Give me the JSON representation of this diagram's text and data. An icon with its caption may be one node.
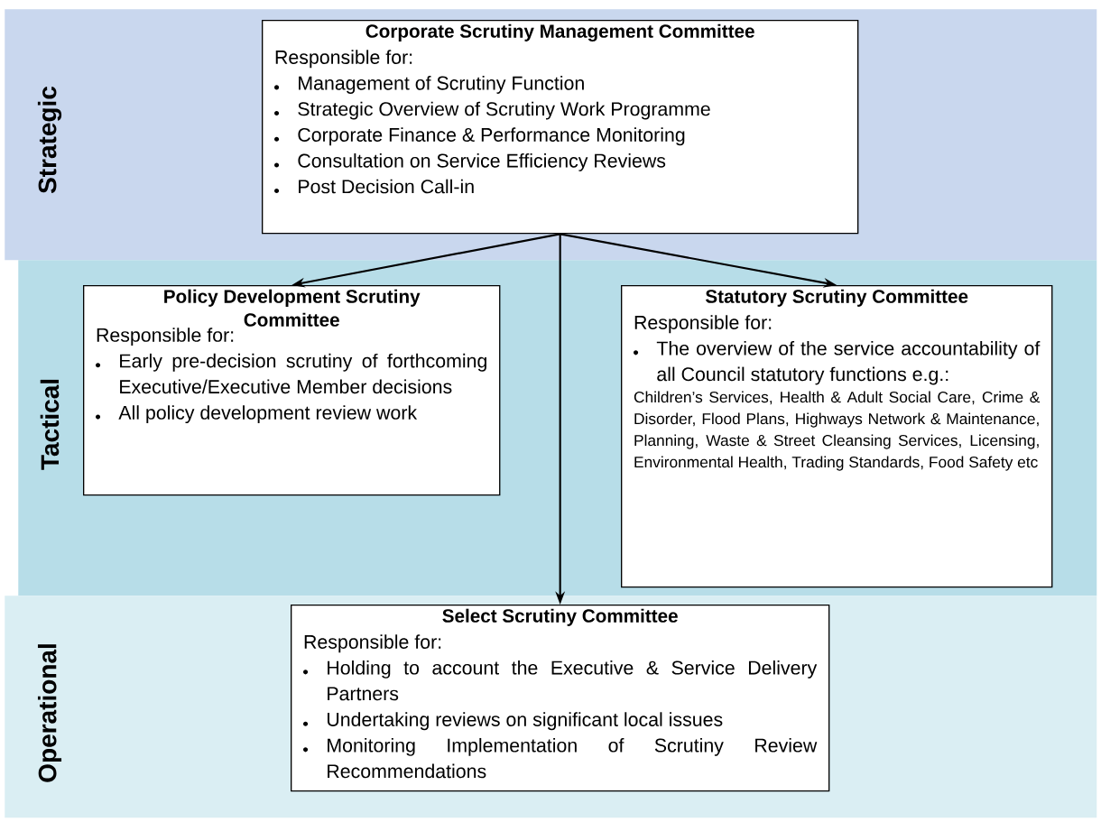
{
  "diagram": {
    "nodes": [
      {
        "text": [
          "Strategic"
        ]
      },
      {
        "text": [
          "Corporate Scrutiny Management Committee",
          "Responsible for:",
          "Management of Scrutiny Function",
          "Strategic Overview of Scrutiny Work Programme",
          "Corporate Finance & Performance Monitoring",
          "Consultation on Service Efficiency Reviews",
          "Post Decision Call-in"
        ],
        "in": 0
      },
      {
        "text": [
          "Tactical"
        ]
      },
      {
        "text": [
          "Policy Development Scrutiny Committee",
          "Responsible for:",
          "Early pre-decision scrutiny of forthcoming Executive/Executive Member decisions",
          "All policy development review work"
        ],
        "in": 2
      },
      {
        "text": [
          "Statutory Scrutiny Committee",
          "Responsible for:",
          "The overview of the service accountability of all Council statutory functions e.g.:",
          "Children’s Services, Health & Adult Social Care, Crime & Disorder, Flood Plans, Highways Network & Maintenance, Planning, Waste & Street Cleansing Services, Licensing, Environmental Health, Trading Standards, Food Safety etc"
        ],
        "in": 2
      },
      {
        "text": [
          "Operational"
        ]
      },
      {
        "text": [
          "Select Scrutiny Committee",
          "Responsible for:",
          "Holding to account the Executive & Service Delivery Partners",
          "Undertaking reviews on significant local issues",
          "Monitoring Implementation of Scrutiny Review Recommendations"
        ],
        "in": 5
      }
    ],
    "edges": [
      {
        "from": 1,
        "to": 3,
        "arrow": "to"
      },
      {
        "from": 1,
        "to": 4,
        "arrow": "to"
      },
      {
        "from": 1,
        "to": 6,
        "arrow": "to"
      }
    ]
  }
}
